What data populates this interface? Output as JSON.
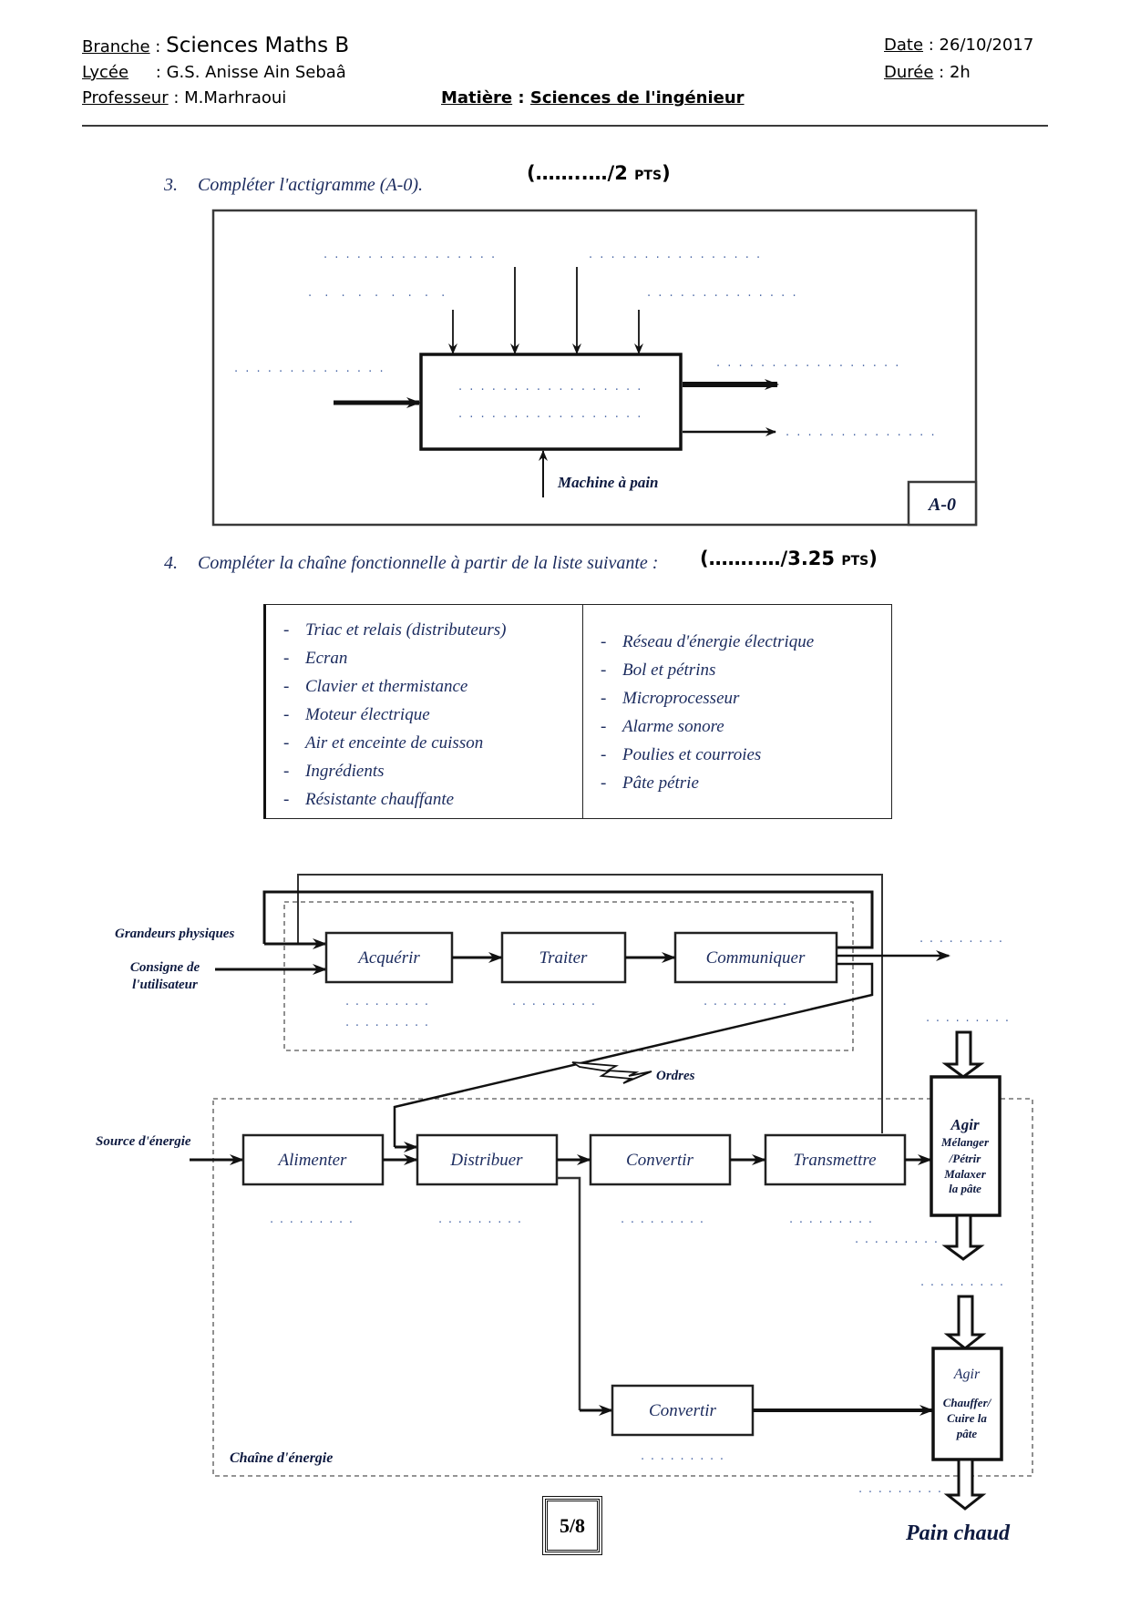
{
  "header": {
    "branche_label": "Branche",
    "branche_value": "Sciences Maths B",
    "lycee_label": "Lycée",
    "lycee_value": "G.S. Anisse Ain Sebaâ",
    "professeur_label": "Professeur",
    "professeur_value": "M.Marhraoui",
    "matiere_label": "Matière",
    "matiere_value": "Sciences de l'ingénieur",
    "date_label": "Date",
    "date_value": "26/10/2017",
    "duree_label": "Durée",
    "duree_value": "2h",
    "separator": " : "
  },
  "question_3": {
    "number": "3.",
    "text": "Compléter l'actigramme (A-0).",
    "score_blank": "(……..…/2 ",
    "score_unit": "PTS",
    "score_close": ")"
  },
  "actigram": {
    "support_label": "Machine à pain",
    "diagram_tag": "A-0",
    "blanks": {
      "control_top_left": ". . . . . . . . . . . . . . . .",
      "control_top_right": ". . . . . . . . . . . . . . . .",
      "control_second_left": ". . . . . . . . .",
      "control_second_right": ". . . . . . . . . . . . . .",
      "input": ". . . . . . . . . . . . . .",
      "function_line_1": ". . . . . . . . . . . . . . . . .",
      "function_line_2": ". . . . . . . . . . . . . . . . .",
      "output_1": ". . . . . . . . . . . . . . . . .",
      "output_2": ". . . . . . . . . . . . . ."
    }
  },
  "question_4": {
    "number": "4.",
    "text": "Compléter la chaîne fonctionnelle à partir de la liste suivante :",
    "score_blank": "(……..…/3.25 ",
    "score_unit": "PTS",
    "score_close": ")"
  },
  "component_list": {
    "bullet": "-",
    "left": [
      "Triac et relais (distributeurs)",
      "Ecran",
      "Clavier et thermistance",
      "Moteur électrique",
      "Air et enceinte de cuisson",
      "Ingrédients",
      "Résistante chauffante"
    ],
    "right": [
      "Réseau d'énergie électrique",
      "Bol et pétrins",
      "Microprocesseur",
      "Alarme sonore",
      "Poulies et courroies",
      "Pâte pétrie"
    ]
  },
  "chain": {
    "inputs": {
      "physical_quantities": "Grandeurs physiques",
      "user_setpoint_line_1": "Consigne de",
      "user_setpoint_line_2": "l'utilisateur",
      "energy_source": "Source d'énergie"
    },
    "info_functions": [
      "Acquérir",
      "Traiter",
      "Communiquer"
    ],
    "energy_functions": [
      "Alimenter",
      "Distribuer",
      "Convertir",
      "Transmettre"
    ],
    "second_convert": "Convertir",
    "orders_label": "Ordres",
    "energy_chain_label": "Chaîne d'énergie",
    "act_1": {
      "title": "Agir",
      "lines": [
        "Mélanger",
        "/Pétrir",
        "Malaxer",
        "la pâte"
      ]
    },
    "act_2": {
      "title": "Agir",
      "lines": [
        "Chauffer/",
        "Cuire la",
        "pâte"
      ]
    },
    "final_output": "Pain chaud",
    "blank": ". . . . . . . . ."
  },
  "page_number": "5/8"
}
